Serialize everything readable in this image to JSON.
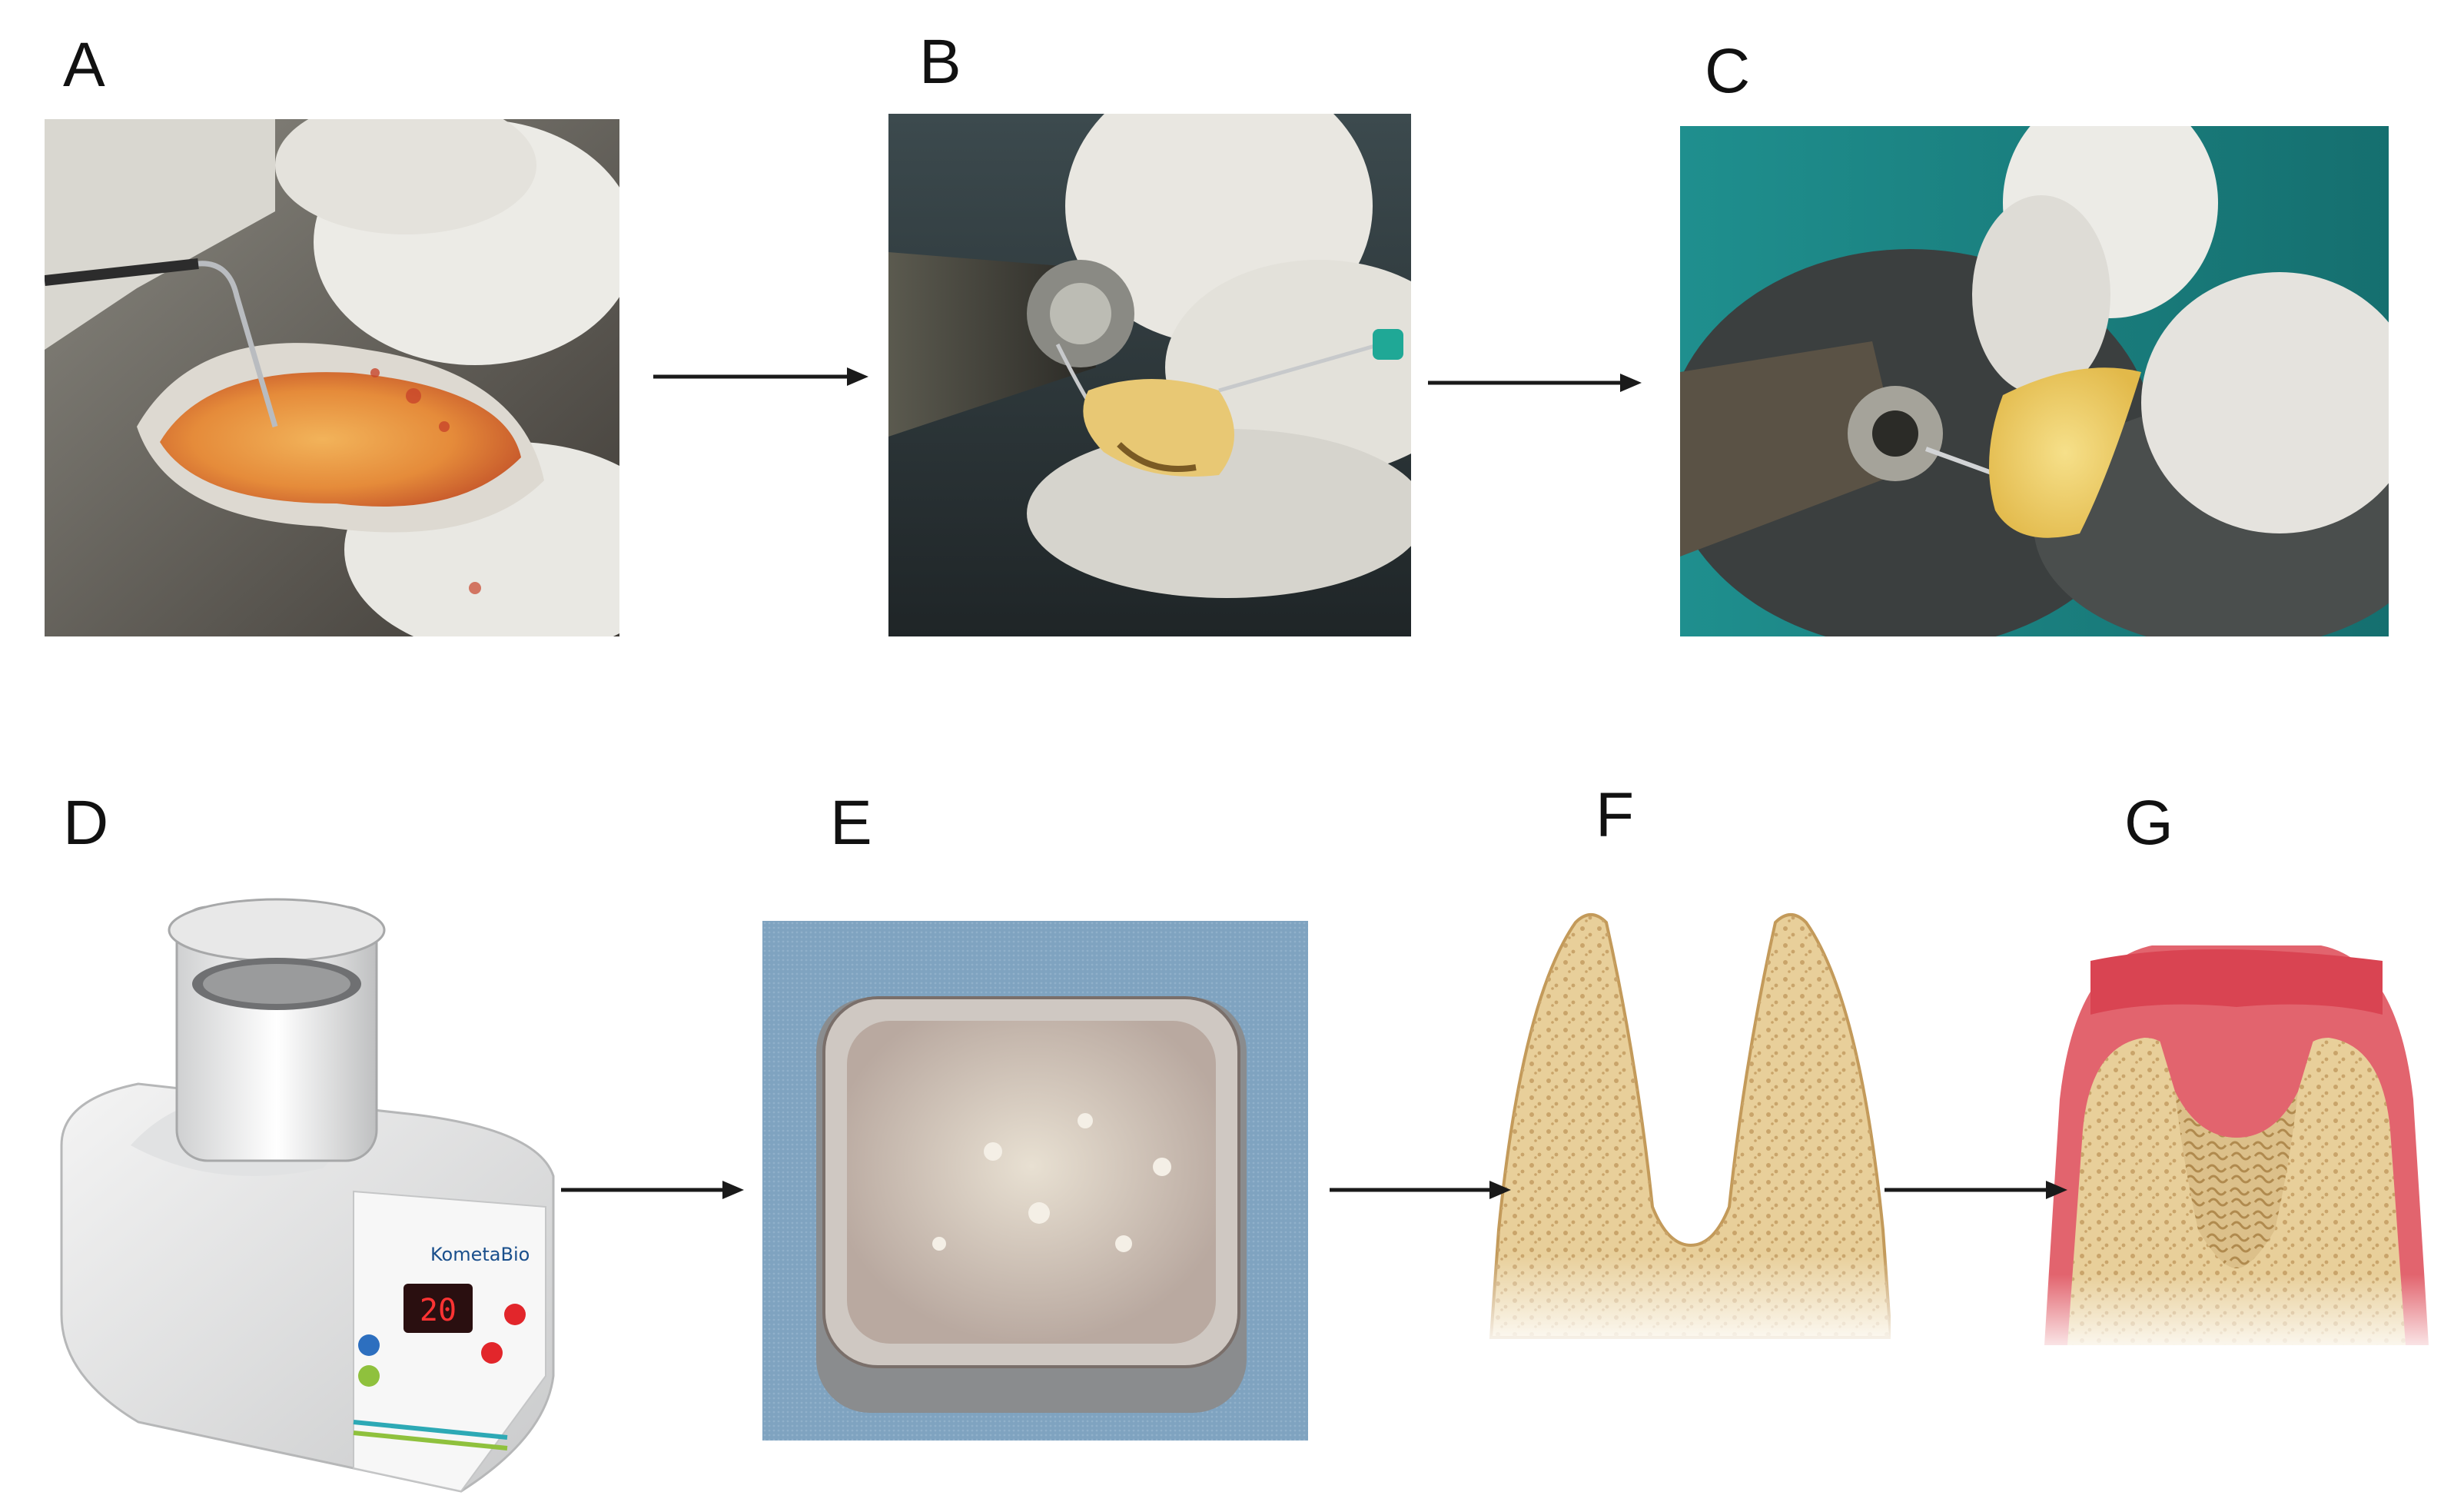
{
  "panels": [
    {
      "id": "A",
      "label": "A"
    },
    {
      "id": "B",
      "label": "B"
    },
    {
      "id": "C",
      "label": "C"
    },
    {
      "id": "D",
      "label": "D"
    },
    {
      "id": "E",
      "label": "E"
    },
    {
      "id": "F",
      "label": "F"
    },
    {
      "id": "G",
      "label": "G"
    }
  ],
  "device": {
    "brand_text": "KometaBio",
    "display_value": "20"
  },
  "colors": {
    "arrow": "#1a1a1a",
    "glove": "#e9e7e1",
    "tooth": "#e8c874",
    "blood": "#c8452b",
    "bone": "#e8cf9a",
    "bone_dots": "#c9a46a",
    "gingiva": "#e2646e",
    "graft": "#d8d2c6",
    "drape": "#7fa3c0"
  }
}
